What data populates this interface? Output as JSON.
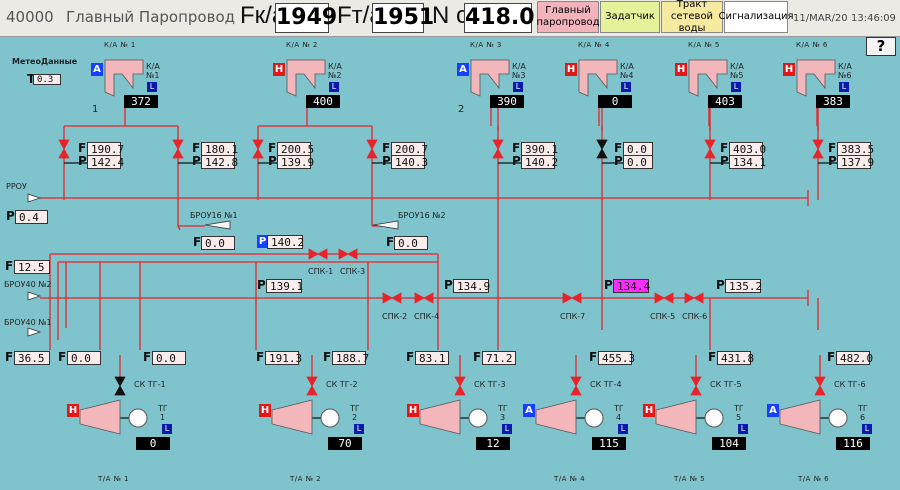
{
  "header": {
    "code": "40000",
    "title": "Главный Паропровод",
    "fk_label": "Fк/а",
    "fk_value": "1949",
    "ft_label": "Fт/а",
    "ft_value": "1951",
    "nc_label": "N c",
    "nc_value": "418.0",
    "nav": [
      {
        "label": "Главный паропровод",
        "color": "#f3b3bb"
      },
      {
        "label": "Задатчик",
        "color": "#e6f29a"
      },
      {
        "label": "Тракт сетевой воды",
        "color": "#f6e9a0"
      },
      {
        "label": "Сигнализация",
        "color": "#ffffff"
      }
    ],
    "date": "11/MAR/20",
    "time": "13:46:09"
  },
  "help_label": "?",
  "meteo": {
    "title": "МетеоДанные",
    "t_label": "T",
    "t_value": "0.3"
  },
  "boilers": [
    {
      "header": "К/А № 1",
      "name": "К/А",
      "num": "№1",
      "mode": "A",
      "value": "372",
      "tag": "1"
    },
    {
      "header": "К/А № 2",
      "name": "К/А",
      "num": "№2",
      "mode": "H",
      "value": "400",
      "tag": ""
    },
    {
      "header": "К/А № 3",
      "name": "К/А",
      "num": "№3",
      "mode": "A",
      "value": "390",
      "tag": "2"
    },
    {
      "header": "К/А № 4",
      "name": "К/А",
      "num": "№4",
      "mode": "H",
      "value": "0",
      "tag": ""
    },
    {
      "header": "К/А № 5",
      "name": "К/А",
      "num": "№5",
      "mode": "H",
      "value": "403",
      "tag": ""
    },
    {
      "header": "К/А № 6",
      "name": "К/А",
      "num": "№6",
      "mode": "H",
      "value": "383",
      "tag": ""
    }
  ],
  "branches": [
    {
      "f": "190.7",
      "p": "142.4"
    },
    {
      "f": "180.1",
      "p": "142.8"
    },
    {
      "f": "200.5",
      "p": "139.9"
    },
    {
      "f": "200.7",
      "p": "140.3"
    },
    {
      "f": "390.1",
      "p": "140.2"
    },
    {
      "f": "0.0",
      "p": "0.0"
    },
    {
      "f": "403.0",
      "p": "134.1"
    },
    {
      "f": "383.5",
      "p": "137.9"
    }
  ],
  "rrou": {
    "label": "РРОУ",
    "p": "0.4"
  },
  "brou16_1": {
    "label": "БРОУ16 №1",
    "f": "0.0"
  },
  "brou16_2": {
    "label": "БРОУ16 №2",
    "f": "0.0"
  },
  "header_p": "140.2",
  "spk": [
    "СПК-1",
    "СПК-3",
    "СПК-2",
    "СПК-4",
    "СПК-7",
    "СПК-5",
    "СПК-6"
  ],
  "brou40_2": {
    "label": "БРОУ40 №2",
    "f": "12.5"
  },
  "brou40_1": {
    "label": "БРОУ40 №1",
    "f": "36.5"
  },
  "pressures": [
    "139.1",
    "134.9",
    "134.4",
    "135.2"
  ],
  "tg_flows": [
    "0.0",
    "0.0",
    "191.3",
    "188.7",
    "83.1",
    "71.2",
    "455.3",
    "431.8",
    "482.0"
  ],
  "sk_labels": [
    "СК ТГ-1",
    "СК ТГ-2",
    "СК ТГ-3",
    "СК ТГ-4",
    "СК ТГ-5",
    "СК ТГ-6"
  ],
  "turbines": [
    {
      "name": "ТГ",
      "num": "1",
      "mode": "H",
      "value": "0",
      "footer": "Т/А № 1"
    },
    {
      "name": "ТГ",
      "num": "2",
      "mode": "H",
      "value": "70",
      "footer": "Т/А № 2"
    },
    {
      "name": "ТГ",
      "num": "3",
      "mode": "H",
      "value": "12",
      "footer": ""
    },
    {
      "name": "ТГ",
      "num": "4",
      "mode": "A",
      "value": "115",
      "footer": "Т/А № 4"
    },
    {
      "name": "ТГ",
      "num": "5",
      "mode": "H",
      "value": "104",
      "footer": "Т/А № 5"
    },
    {
      "name": "ТГ",
      "num": "6",
      "mode": "A",
      "value": "116",
      "footer": "Т/А № 6"
    }
  ]
}
